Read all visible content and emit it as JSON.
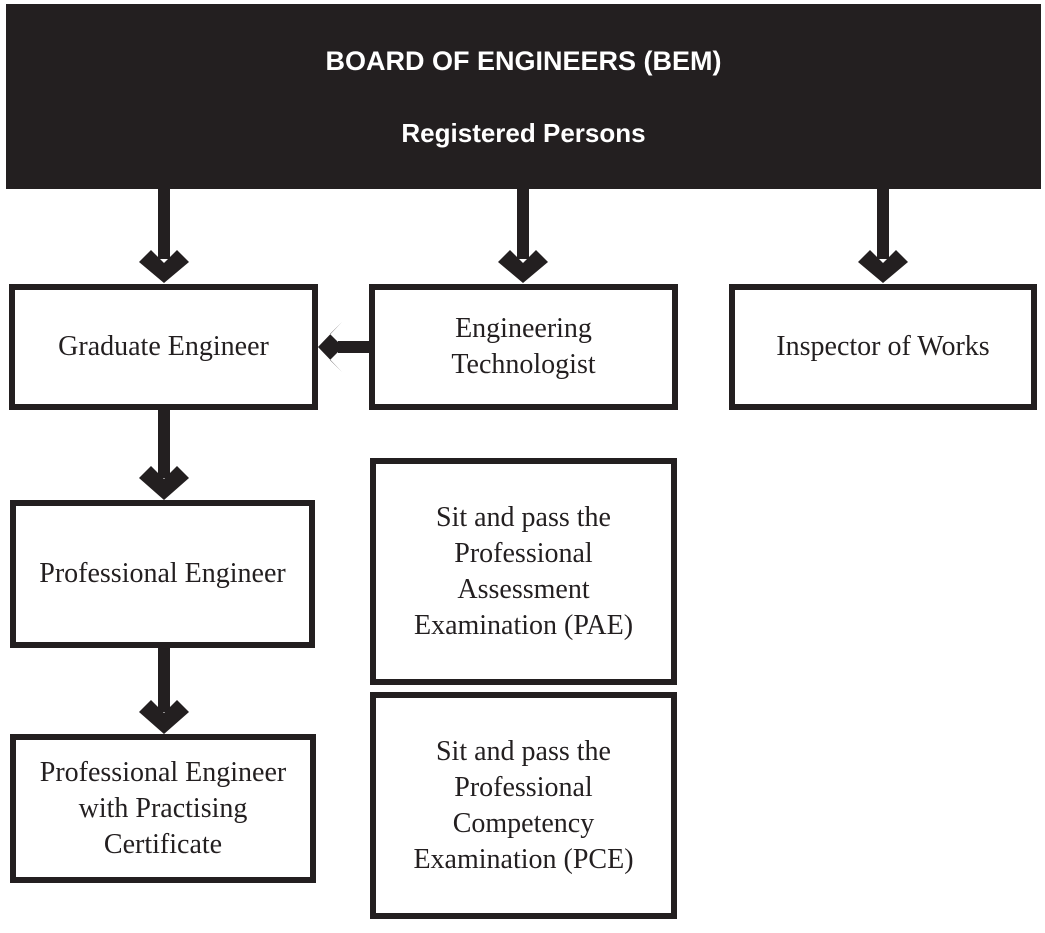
{
  "header": {
    "title": "BOARD OF ENGINEERS (BEM)",
    "subtitle": "Registered Persons"
  },
  "nodes": {
    "graduate_engineer": "Graduate Engineer",
    "engineering_technologist": [
      "Engineering",
      "Technologist"
    ],
    "inspector_of_works": "Inspector of Works",
    "professional_engineer": "Professional Engineer",
    "pe_practising_certificate": [
      "Professional Engineer",
      "with Practising",
      "Certificate"
    ],
    "pae": [
      "Sit and pass the",
      "Professional",
      "Assessment",
      "Examination (PAE)"
    ],
    "pce": [
      "Sit and pass the",
      "Professional",
      "Competency",
      "Examination (PCE)"
    ]
  },
  "colors": {
    "ink": "#231f20",
    "background": "#ffffff"
  }
}
